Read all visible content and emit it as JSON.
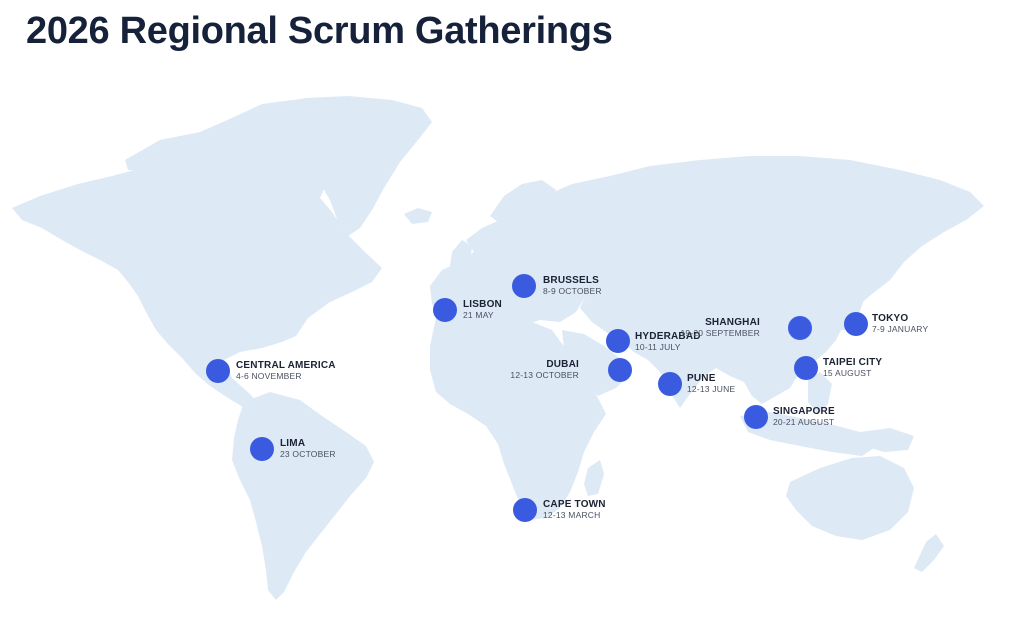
{
  "title": "2026 Regional Scrum Gatherings",
  "colors": {
    "marker": "#3a5be0",
    "land": "#dde9f5",
    "title": "#16213a"
  },
  "events": [
    {
      "id": "brussels",
      "city": "BRUSSELS",
      "date": "8-9 OCTOBER"
    },
    {
      "id": "lisbon",
      "city": "LISBON",
      "date": "21 MAY"
    },
    {
      "id": "hyderabad",
      "city": "HYDERABAD",
      "date": "10-11 JULY"
    },
    {
      "id": "shanghai",
      "city": "SHANGHAI",
      "date": "19-20 SEPTEMBER"
    },
    {
      "id": "tokyo",
      "city": "TOKYO",
      "date": "7-9 JANUARY"
    },
    {
      "id": "central-america",
      "city": "CENTRAL AMERICA",
      "date": "4-6 NOVEMBER"
    },
    {
      "id": "dubai",
      "city": "DUBAI",
      "date": "12-13 OCTOBER"
    },
    {
      "id": "pune",
      "city": "PUNE",
      "date": "12-13 JUNE"
    },
    {
      "id": "taipei-city",
      "city": "TAIPEI CITY",
      "date": "15 AUGUST"
    },
    {
      "id": "singapore",
      "city": "SINGAPORE",
      "date": "20-21 AUGUST"
    },
    {
      "id": "lima",
      "city": "LIMA",
      "date": "23 OCTOBER"
    },
    {
      "id": "cape-town",
      "city": "CAPE TOWN",
      "date": "12-13 MARCH"
    }
  ]
}
